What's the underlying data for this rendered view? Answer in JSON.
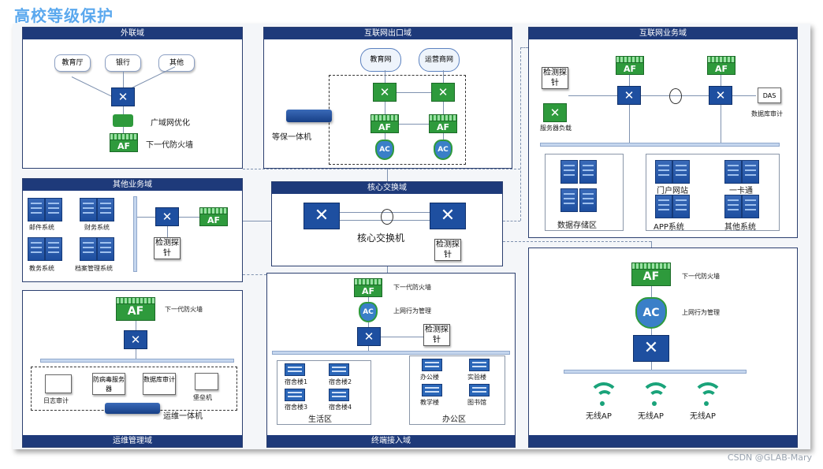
{
  "page_title": "高校等级保护",
  "watermark": "CSDN @GLAB-Mary",
  "zones": {
    "external": {
      "title": "外联域",
      "nodes": [
        "教育厅",
        "银行",
        "其他"
      ],
      "wan_optimizer": "广域网优化",
      "firewall": "下一代防火墙",
      "af": "AF"
    },
    "internet_exit": {
      "title": "互联网出口域",
      "clouds": [
        "教育网",
        "运营商网"
      ],
      "appliance": "等保一体机",
      "af": "AF",
      "ac": "AC"
    },
    "internet_business": {
      "title": "互联网业务域",
      "probe": "检测探针",
      "lb": "服务器负载",
      "das": "DAS",
      "db_audit": "数据库审计",
      "storage": "数据存储区",
      "services": [
        "门户网站",
        "一卡通",
        "APP系统",
        "其他系统"
      ],
      "af": "AF"
    },
    "other_business": {
      "title": "其他业务域",
      "systems": [
        "邮件系统",
        "财务系统",
        "教务系统",
        "档案管理系统"
      ],
      "probe": "检测探针",
      "af": "AF"
    },
    "core": {
      "title": "核心交换域",
      "switch": "核心交换机",
      "probe": "检测探针"
    },
    "ops": {
      "title": "运维管理域",
      "firewall": "下一代防火墙",
      "af": "AF",
      "devices": [
        "日志审计",
        "防病毒服务器",
        "数据库审计",
        "堡垒机"
      ],
      "appliance": "运维一体机"
    },
    "terminal": {
      "title": "终端接入域",
      "firewall": "下一代防火墙",
      "behavior": "上网行为管理",
      "probe": "检测探针",
      "af": "AF",
      "ac": "AC",
      "dorms": [
        "宿舍楼1",
        "宿舍楼2",
        "宿舍楼3",
        "宿舍楼4"
      ],
      "living": "生活区",
      "office_buildings": [
        "办公楼",
        "实验楼",
        "教学楼",
        "图书馆"
      ],
      "office": "办公区"
    },
    "wireless": {
      "firewall": "下一代防火墙",
      "behavior": "上网行为管理",
      "ap": "无线AP",
      "af": "AF",
      "ac": "AC"
    }
  }
}
